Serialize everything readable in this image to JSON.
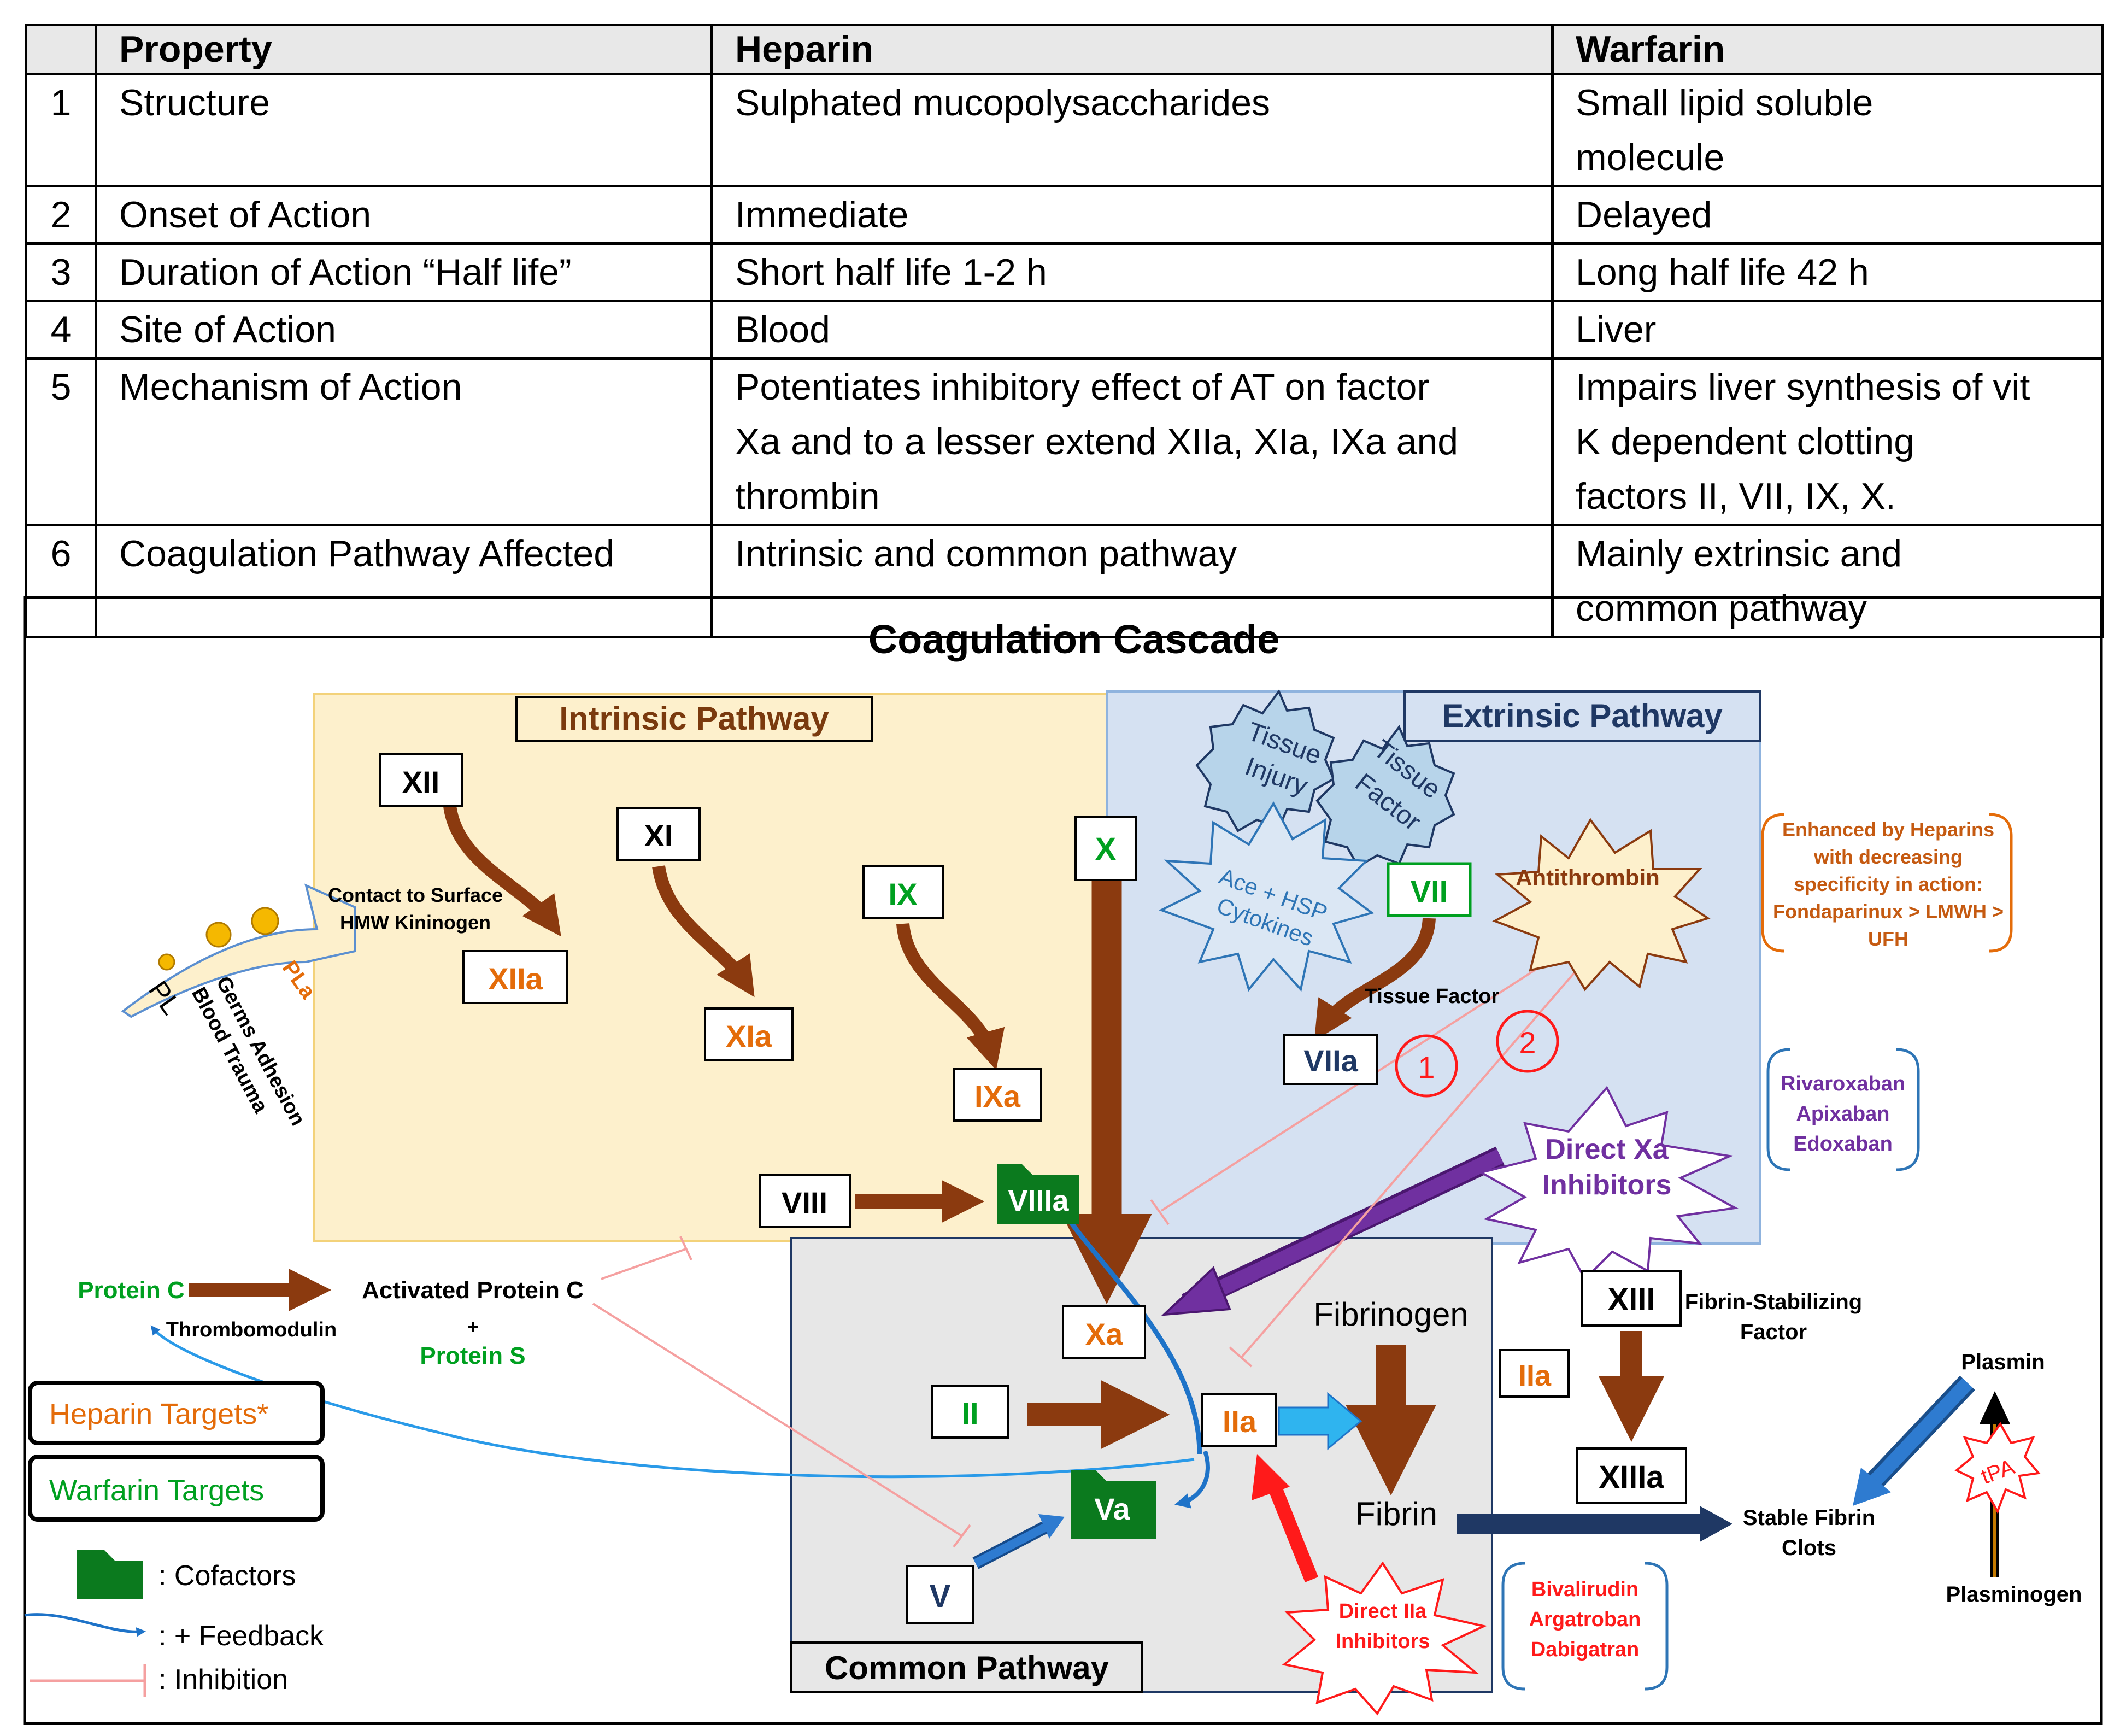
{
  "table": {
    "headers": [
      "",
      "Property",
      "Heparin",
      "Warfarin"
    ],
    "rows": [
      {
        "num": "1",
        "property": "Structure",
        "heparin": "Sulphated mucopolysaccharides",
        "warfarin": [
          "Small lipid soluble",
          "molecule"
        ]
      },
      {
        "num": "2",
        "property": "Onset of Action",
        "heparin": "Immediate",
        "warfarin": "Delayed"
      },
      {
        "num": "3",
        "property": "Duration of Action “Half life”",
        "heparin": "Short half life 1-2 h",
        "warfarin": "Long half life 42 h"
      },
      {
        "num": "4",
        "property": "Site of Action",
        "heparin": "Blood",
        "warfarin": "Liver"
      },
      {
        "num": "5",
        "property": "Mechanism of Action",
        "heparin": [
          "Potentiates inhibitory effect of AT on factor",
          "Xa and to a lesser extend XIIa, XIa, IXa and",
          "thrombin"
        ],
        "warfarin": [
          "Impairs liver synthesis of vit",
          "K dependent clotting",
          "factors II, VII, IX, X."
        ]
      },
      {
        "num": "6",
        "property": "Coagulation Pathway Affected",
        "heparin": "Intrinsic and common pathway",
        "warfarin": [
          "Mainly extrinsic and",
          "common pathway"
        ]
      }
    ]
  },
  "diagram": {
    "title": "Coagulation Cascade",
    "intrinsic_label": "Intrinsic Pathway",
    "extrinsic_label": "Extrinsic Pathway",
    "common_label": "Common Pathway",
    "factors": {
      "XII": "XII",
      "XIIa": "XIIa",
      "XI": "XI",
      "XIa": "XIa",
      "IX": "IX",
      "IXa": "IXa",
      "X": "X",
      "VII": "VII",
      "VIIa": "VIIa",
      "VIII": "VIII",
      "VIIIa": "VIIIa",
      "Xa": "Xa",
      "II": "II",
      "IIa": "IIa",
      "Va": "Va",
      "V": "V",
      "XIII": "XIII",
      "XIIIa": "XIIIa",
      "IIa_side": "IIa"
    },
    "contact": [
      "Contact to Surface",
      "HMW Kininogen"
    ],
    "platelet": {
      "pla": "PLa",
      "pl": "PL",
      "germs": "Germs Adhesion",
      "trauma": "Blood Trauma"
    },
    "tissue_injury": [
      "Tissue",
      "Injury"
    ],
    "tissue_factor_gear": [
      "Tissue",
      "Factor"
    ],
    "ace_hsp": [
      "Ace + HSP",
      "Cytokines"
    ],
    "antithrombin": "Antithrombin",
    "tissue_factor_label": "Tissue Factor",
    "circle_1": "1",
    "circle_2": "2",
    "direct_xa": [
      "Direct Xa",
      "Inhibitors"
    ],
    "direct_iia": [
      "Direct IIa",
      "Inhibitors"
    ],
    "heparins_note": [
      "Enhanced by Heparins",
      "with decreasing",
      "specificity in action:",
      "Fondaparinux > LMWH >",
      "UFH"
    ],
    "xa_drugs": [
      "Rivaroxaban",
      "Apixaban",
      "Edoxaban"
    ],
    "iia_drugs": [
      "Bivalirudin",
      "Argatroban",
      "Dabigatran"
    ],
    "protein_c": "Protein C",
    "activated_protein_c": "Activated Protein C",
    "thrombomodulin": "Thrombomodulin",
    "plus": "+",
    "protein_s": "Protein S",
    "fibrinogen": "Fibrinogen",
    "fibrin": "Fibrin",
    "fibrin_stabilizing": [
      "Fibrin-Stabilizing",
      "Factor"
    ],
    "stable_clots": [
      "Stable Fibrin",
      "Clots"
    ],
    "plasmin": "Plasmin",
    "plasminogen": "Plasminogen",
    "tpa": "tPA",
    "legend": {
      "heparin_targets": "Heparin Targets*",
      "warfarin_targets": "Warfarin Targets",
      "cofactors": ": Cofactors",
      "feedback": ": + Feedback",
      "inhibition": ": Inhibition"
    }
  },
  "colors": {
    "heparin_target": "#e46c0a",
    "warfarin_target": "#00a020",
    "arrow_brown": "#8b3a0f",
    "blue_arrow": "#1e73c8",
    "purple": "#7030a0",
    "red": "#ff1a1a",
    "navy": "#1f3864",
    "intrinsic_bg": "#fdf0cc",
    "extrinsic_bg": "#d5e1f2",
    "common_bg": "#e7e7e7",
    "cofactor_green": "#0b7a1e"
  }
}
